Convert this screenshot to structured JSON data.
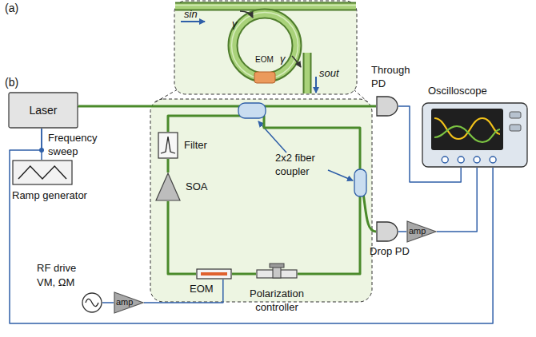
{
  "diagram": {
    "nodes": [
      {
        "text": [
          "Laser"
        ]
      },
      {
        "text": [
          "Ramp generator"
        ]
      },
      {
        "text": [
          "Filter"
        ]
      },
      {
        "text": [
          "SOA"
        ]
      },
      {
        "text": [
          "EOM"
        ]
      },
      {
        "text": [
          "Polarization controller"
        ]
      },
      {
        "text": [
          "Through PD"
        ]
      },
      {
        "text": [
          "Drop PD"
        ]
      },
      {
        "text": [
          "amp"
        ]
      },
      {
        "text": [
          "Oscilloscope"
        ]
      },
      {
        "text": [
          "RF drive",
          "VM, ΩM"
        ]
      },
      {
        "text": [
          "amp"
        ]
      }
    ],
    "edges": [
      {
        "from": 0,
        "to": 6,
        "arrow": "none"
      },
      {
        "from": 0,
        "to": 1,
        "arrow": "none"
      },
      {
        "from": 0,
        "to": 9,
        "arrow": "none"
      },
      {
        "from": 6,
        "to": 9,
        "arrow": "none"
      },
      {
        "from": 7,
        "to": 8,
        "arrow": "none"
      },
      {
        "from": 8,
        "to": 9,
        "arrow": "none"
      },
      {
        "from": 10,
        "to": 11,
        "arrow": "none"
      },
      {
        "from": 11,
        "to": 4,
        "arrow": "none"
      },
      {
        "from": 2,
        "to": 3,
        "arrow": "none"
      },
      {
        "from": 3,
        "to": 4,
        "arrow": "none"
      },
      {
        "from": 4,
        "to": 5,
        "arrow": "none"
      },
      {
        "from": 5,
        "to": 2,
        "arrow": "none"
      }
    ],
    "labels": [
      "(a)",
      "sin",
      "γ",
      "γ",
      "sout",
      "EOM",
      "(b)",
      "Frequency sweep",
      "2x2 fiber coupler"
    ]
  }
}
